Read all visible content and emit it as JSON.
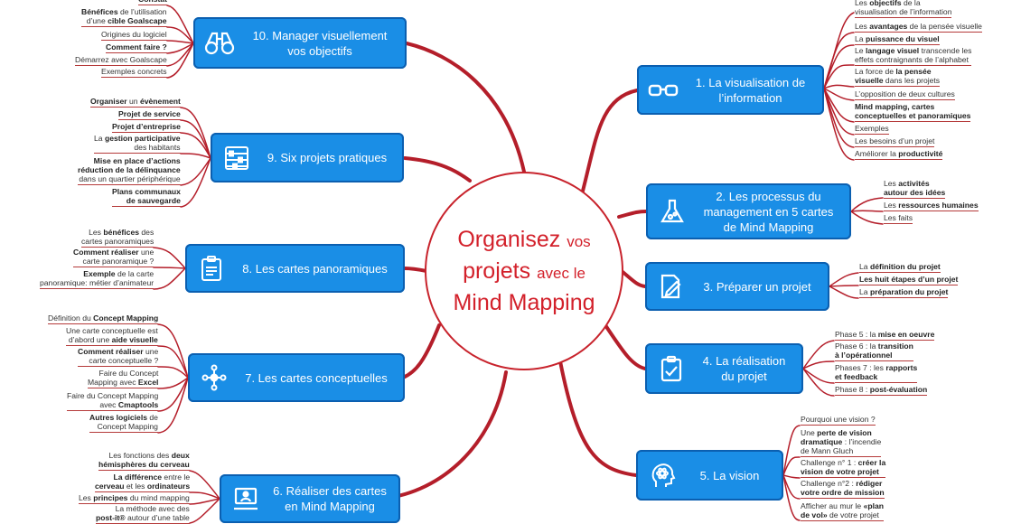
{
  "center": {
    "line1_big": "Organisez",
    "line1_small": "vos",
    "line2_big": "projets",
    "line2_small": "avec le",
    "line3": "Mind Mapping"
  },
  "nodes": {
    "n1": "1. La visualisation de l’information",
    "n2": "2. Les processus du management en 5 cartes de Mind Mapping",
    "n3": "3. Préparer un projet",
    "n4": "4. La réalisation du projet",
    "n5": "5. La vision",
    "n6": "6. Réaliser des cartes en Mind Mapping",
    "n7": "7. Les cartes conceptuelles",
    "n8": "8. Les cartes panoramiques",
    "n9": "9. Six projets pratiques",
    "n10": "10. Manager visuellement vos objectifs"
  },
  "leaves": {
    "n1": [
      "Les <b>objectifs</b> de la<br>visualisation de l’information",
      "Les <b>avantages</b> de la pensée visuelle",
      "La <b>puissance du visuel</b>",
      "Le <b>langage visuel</b> transcende les<br>effets contraignants de l’alphabet",
      "La force de <b>la pensée<br>visuelle</b> dans les projets",
      "L’opposition de deux cultures",
      "<b>Mind mapping, cartes<br>conceptuelles et panoramiques</b>",
      "Exemples",
      "Les besoins d’un projet",
      "Améliorer la <b>productivité</b>"
    ],
    "n2": [
      "Les <b>activités<br>autour des idées</b>",
      "Les <b>ressources humaines</b>",
      "Les faits"
    ],
    "n3": [
      "La <b>définition du projet</b>",
      "<b>Les huit étapes d’un projet</b>",
      "La <b>préparation du projet</b>"
    ],
    "n4": [
      "Phase 5 : la <b>mise en oeuvre</b>",
      "Phase 6 : la <b>transition<br>à l’opérationnel</b>",
      "Phases 7 : les <b>rapports<br>et feedback</b>",
      "Phase 8 : <b>post-évaluation</b>"
    ],
    "n5": [
      "Pourquoi une vision ?",
      "Une <b>perte de vision<br>dramatique</b> : l’incendie<br>de Mann Gluch",
      "Challenge n° 1 : <b>créer la<br>vision de votre projet</b>",
      "Challenge n°2 : <b>rédiger<br>votre ordre de mission</b>",
      "Afficher au mur le <b>«plan<br>de vol»</b> de votre projet"
    ],
    "n6": [
      "Les fonctions des <b>deux<br>hémisphères du cerveau</b>",
      "<b>La différence</b> entre le<br><b>cerveau</b> et les <b>ordinateurs</b>",
      "Les <b>principes</b> du mind mapping",
      "La méthode avec des<br><b>post-it®</b> autour d’une table"
    ],
    "n7": [
      "Définition du <b>Concept Mapping</b>",
      "Une carte conceptuelle est<br>d’abord une <b>aide visuelle</b>",
      "<b>Comment réaliser</b> une<br>carte conceptuelle ?",
      "Faire du Concept<br>Mapping avec <b>Excel</b>",
      "Faire du Concept Mapping<br>avec <b>Cmaptools</b>",
      "<b>Autres logiciels</b> de<br>Concept Mapping"
    ],
    "n8": [
      "Les <b>bénéfices</b> des<br>cartes panoramiques",
      "<b>Comment réaliser</b> une<br>carte panoramique ?",
      "<b>Exemple</b> de la carte<br>panoramique: métier d’animateur"
    ],
    "n9": [
      "<b>Organiser</b> un <b>évènement</b>",
      "<b>Projet de service</b>",
      "<b>Projet d’entreprise</b>",
      "La <b>gestion participative</b><br>des habitants",
      "<b>Mise en place d’actions<br>réduction de la délinquance</b><br>dans un quartier périphérique",
      "<b>Plans communaux<br>de sauvegarde</b>"
    ],
    "n10": [
      "<b>Constat</b>",
      "<b>Bénéfices</b> de l’utilisation<br>d’une <b>cible Goalscape</b>",
      "Origines du logiciel",
      "<b>Comment faire ?</b>",
      "Démarrez avec Goalscape",
      "Exemples concrets"
    ]
  },
  "icons": {
    "n1": "glasses-icon",
    "n2": "flask-icon",
    "n3": "document-pencil-icon",
    "n4": "clipboard-check-icon",
    "n5": "head-atom-icon",
    "n6": "computer-user-icon",
    "n7": "network-icon",
    "n8": "clipboard-chart-icon",
    "n9": "abacus-icon",
    "n10": "binoculars-icon"
  },
  "colors": {
    "branch": "#b41e2a",
    "node": "#1a8ee6",
    "node_border": "#0b5fb0",
    "center_text": "#d3212b"
  }
}
